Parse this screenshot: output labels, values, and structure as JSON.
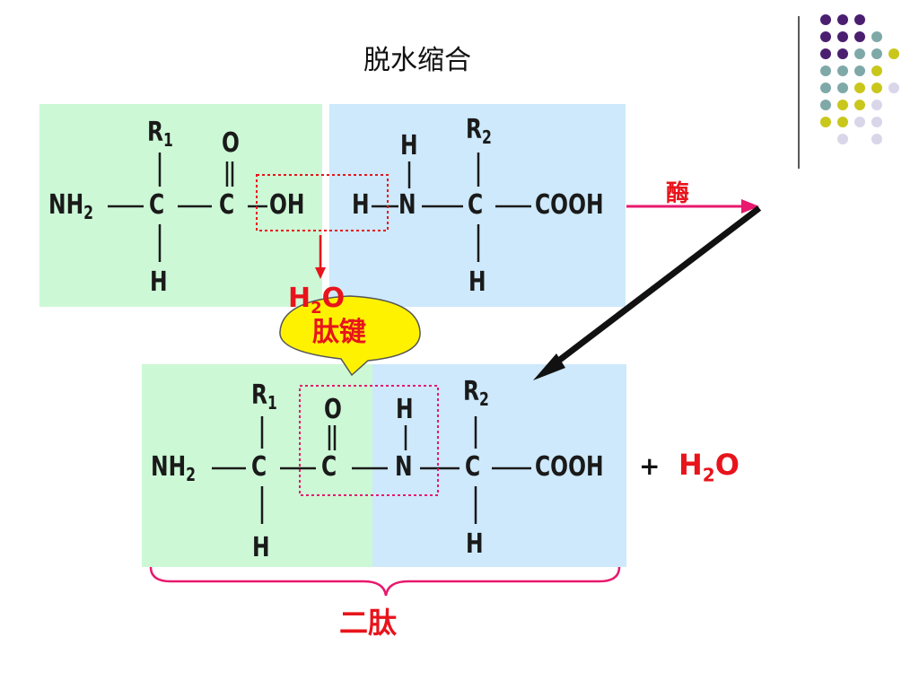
{
  "title": "脱水缩合",
  "colors": {
    "green_panel": "#ccf8d6",
    "blue_panel": "#cde9fb",
    "accent_red": "#e8141b",
    "magenta": "#e8196e",
    "bubble_fill": "#fff200",
    "dot_purple": "#4b1f70",
    "dot_teal": "#7fa9a8",
    "dot_yellow": "#c9c71c",
    "dot_lilac": "#d9d6ea"
  },
  "reactant_1": {
    "r_group": "R",
    "r_index": "1",
    "carbonyl_o": "O",
    "amine": "NH",
    "amine_index": "2",
    "alpha_c": "C",
    "carbonyl_c": "C",
    "hydroxyl": "OH",
    "hydrogen": "H"
  },
  "reactant_2": {
    "r_group": "R",
    "r_index": "2",
    "amine_h_top": "H",
    "amine_h_left": "H",
    "nitrogen": "N",
    "alpha_c": "C",
    "carboxyl": "COOH",
    "hydrogen": "H"
  },
  "enzyme_label": "酶",
  "water_released": {
    "h": "H",
    "index": "2",
    "o": "O"
  },
  "callout": {
    "label": "肽键"
  },
  "product": {
    "amine": "NH",
    "amine_index": "2",
    "r1": "R",
    "r1_index": "1",
    "r2": "R",
    "r2_index": "2",
    "alpha_c1": "C",
    "carbonyl_c": "C",
    "carbonyl_o": "O",
    "nitrogen": "N",
    "amide_h": "H",
    "alpha_c2": "C",
    "carboxyl": "COOH",
    "h1": "H",
    "h2": "H"
  },
  "byproduct": {
    "plus": "+",
    "h": "H",
    "index": "2",
    "o": "O"
  },
  "product_name": "二肽"
}
